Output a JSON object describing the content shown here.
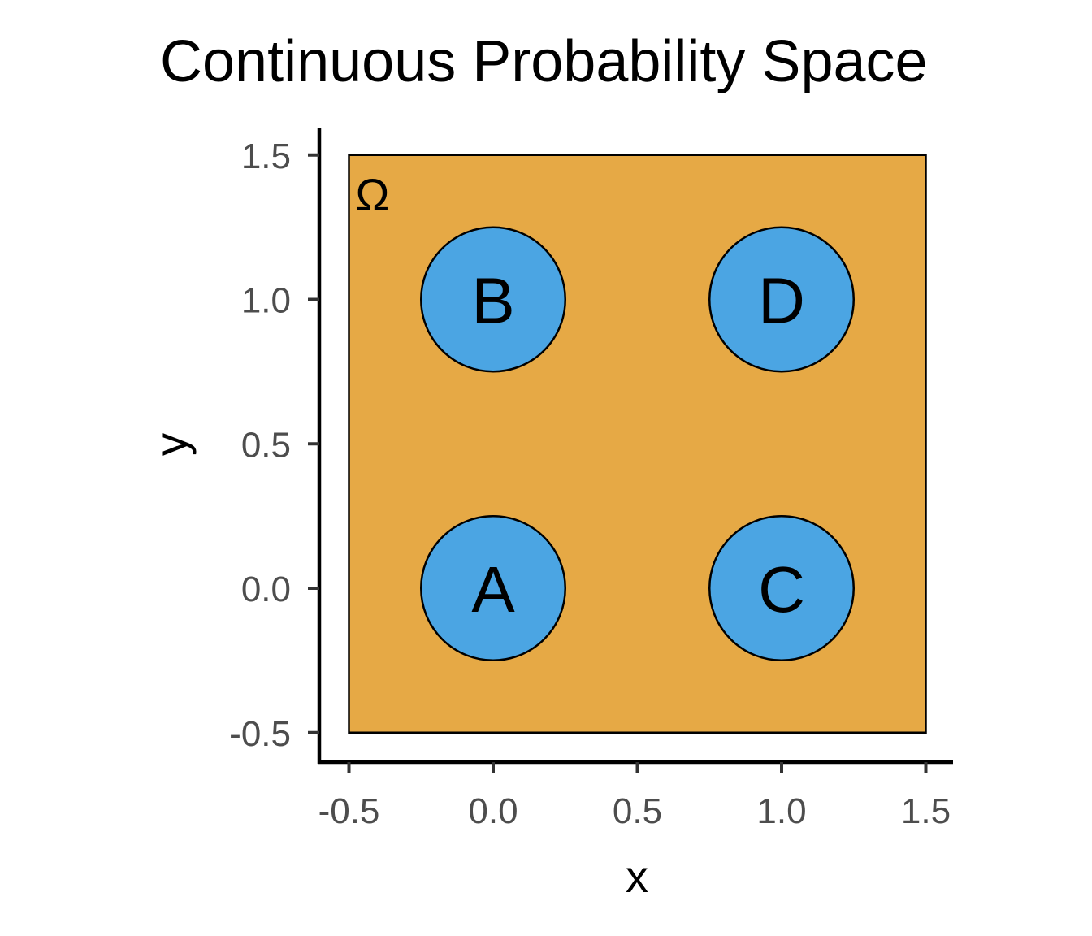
{
  "chart_data": {
    "type": "diagram",
    "title": "Continuous Probability Space",
    "xlabel": "x",
    "ylabel": "y",
    "xlim": [
      -0.6,
      1.6
    ],
    "ylim": [
      -0.6,
      1.6
    ],
    "x_ticks": [
      -0.5,
      0.0,
      0.5,
      1.0,
      1.5
    ],
    "x_tick_labels": [
      "-0.5",
      "0.0",
      "0.5",
      "1.0",
      "1.5"
    ],
    "y_ticks": [
      -0.5,
      0.0,
      0.5,
      1.0,
      1.5
    ],
    "y_tick_labels": [
      "-0.5",
      "0.0",
      "0.5",
      "1.0",
      "1.5"
    ],
    "grid": false,
    "sample_space": {
      "label": "Ω",
      "xmin": -0.5,
      "xmax": 1.5,
      "ymin": -0.5,
      "ymax": 1.5,
      "fill": "#E6A945"
    },
    "events": [
      {
        "label": "A",
        "x": 0,
        "y": 0,
        "r": 0.25,
        "fill": "#4BA5E3"
      },
      {
        "label": "B",
        "x": 0,
        "y": 1,
        "r": 0.25,
        "fill": "#4BA5E3"
      },
      {
        "label": "C",
        "x": 1,
        "y": 0,
        "r": 0.25,
        "fill": "#4BA5E3"
      },
      {
        "label": "D",
        "x": 1,
        "y": 1,
        "r": 0.25,
        "fill": "#4BA5E3"
      }
    ]
  }
}
